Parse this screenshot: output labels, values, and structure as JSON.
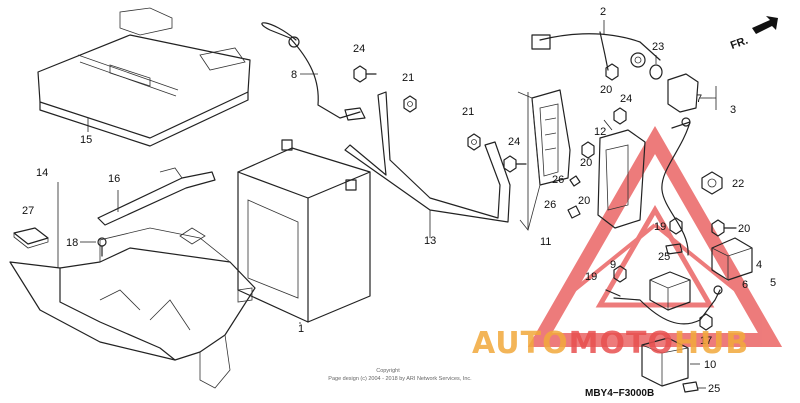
{
  "callouts": [
    "1",
    "2",
    "3",
    "4",
    "5",
    "6",
    "7",
    "8",
    "9",
    "10",
    "11",
    "12",
    "13",
    "14",
    "15",
    "16",
    "17",
    "18",
    "19",
    "20",
    "21",
    "22",
    "23",
    "24",
    "25",
    "26",
    "27"
  ],
  "front_marker": "FR.",
  "diagram_code": "MBY4−F3000B",
  "copyright": {
    "line1": "Copyright",
    "line2": "Page design (c) 2004 - 2018 by ARI Network Services, Inc."
  },
  "watermark": {
    "part1": "AUTO",
    "part2": "MOTO",
    "part3": "HUB",
    "color_orange": "#f2a93b",
    "color_red": "#e8504f"
  }
}
